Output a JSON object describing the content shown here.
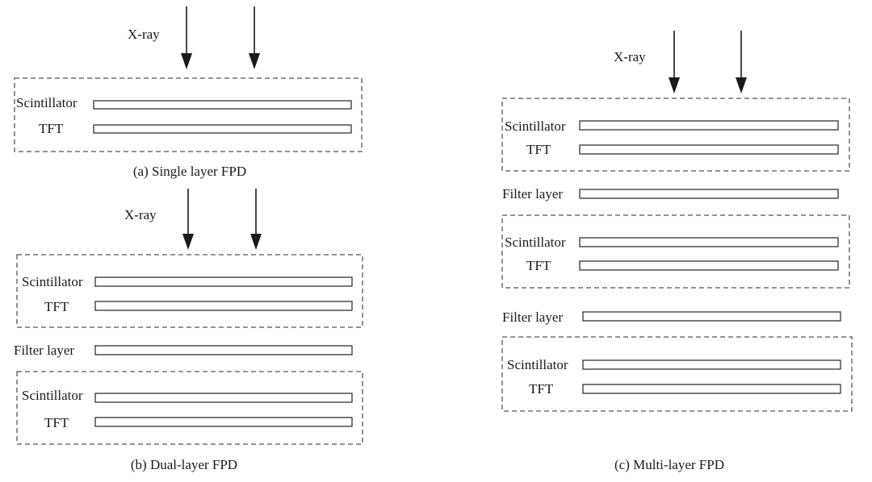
{
  "labels": {
    "xray": "X-ray",
    "scintillator": "Scintillator",
    "tft": "TFT",
    "filter_layer": "Filter layer"
  },
  "captions": {
    "a": "(a) Single layer FPD",
    "b": "(b) Dual-layer FPD",
    "c": "(c) Multi-layer FPD"
  }
}
